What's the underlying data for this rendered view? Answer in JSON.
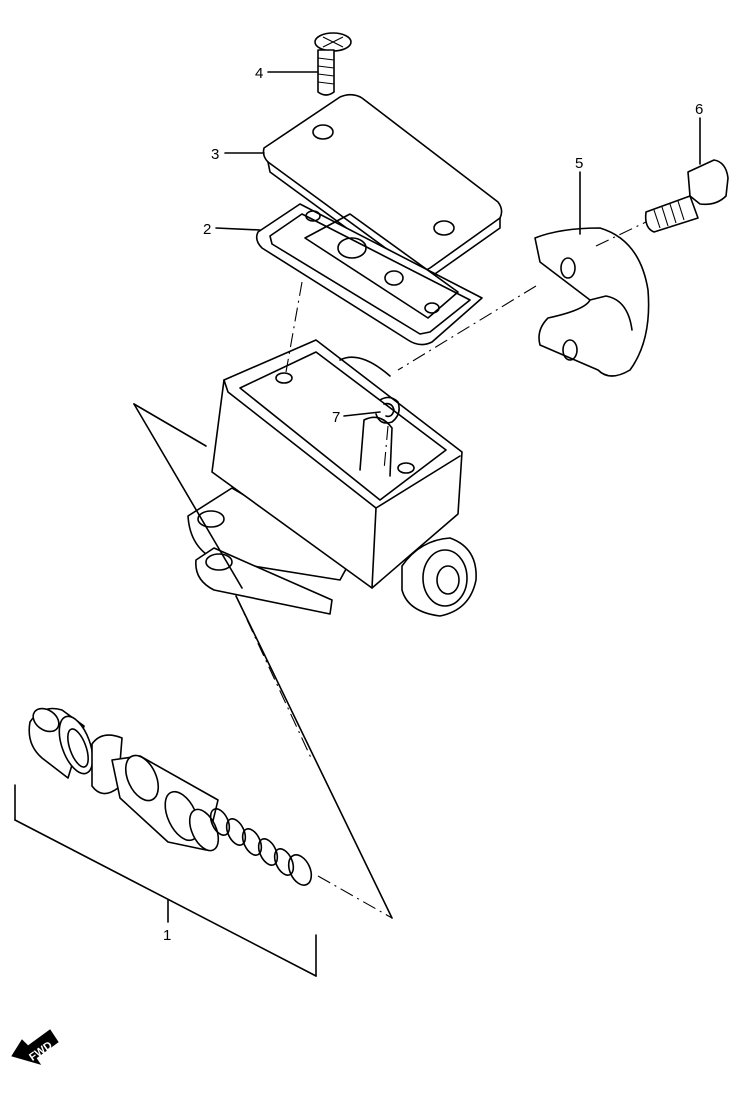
{
  "callouts": [
    {
      "number": "1",
      "part": "piston-kit"
    },
    {
      "number": "2",
      "part": "diaphragm"
    },
    {
      "number": "3",
      "part": "reservoir-cap"
    },
    {
      "number": "4",
      "part": "screw"
    },
    {
      "number": "5",
      "part": "holder-clamp"
    },
    {
      "number": "6",
      "part": "bolt"
    },
    {
      "number": "7",
      "part": "circlip"
    }
  ],
  "direction_badge": {
    "label": "FWD",
    "icon": "forward-arrow-icon"
  }
}
